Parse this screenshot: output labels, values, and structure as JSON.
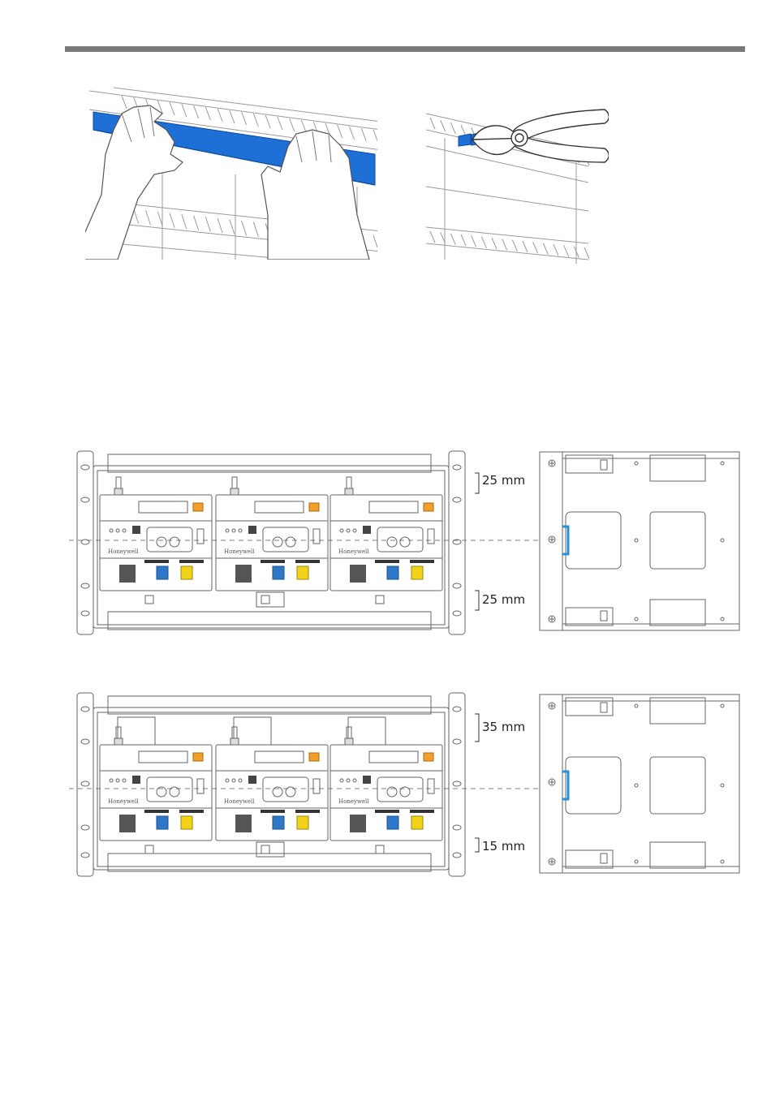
{
  "figure_top": {
    "left_panel": "tape-application",
    "right_panel": "tape-cutting-with-pliers"
  },
  "rack_1": {
    "top_clearance": "25 mm",
    "bottom_clearance": "25 mm",
    "module_brand": "Honeywell",
    "module_count": 3
  },
  "rack_2": {
    "top_clearance": "35 mm",
    "bottom_clearance": "15 mm",
    "module_brand": "Honeywell",
    "module_count": 3
  },
  "colors": {
    "tape_blue": "#1e6fd6",
    "rail_blue": "#2a8fd9",
    "terminal_orange": "#f0a02a",
    "terminal_yellow": "#f2d31a",
    "terminal_blue": "#2f78c8",
    "line_gray": "#6a6a6a",
    "header_bar": "#7a7a7a"
  }
}
